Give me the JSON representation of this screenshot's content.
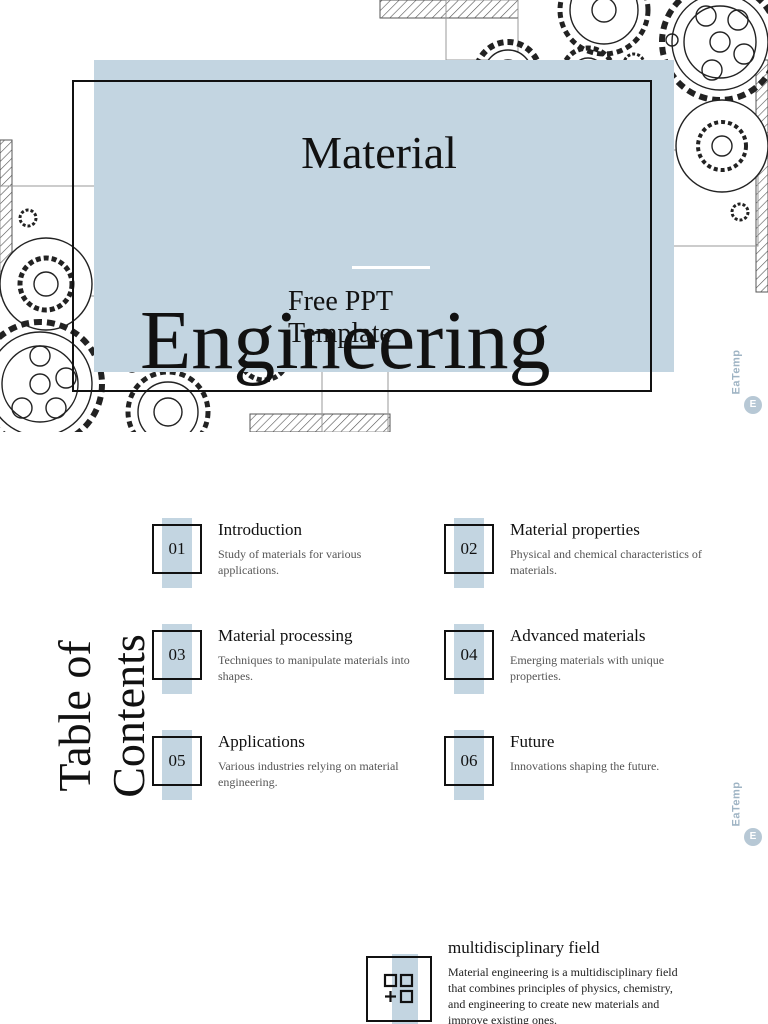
{
  "cover": {
    "title_line1": "Material",
    "title_line2": "Engineering",
    "subtitle": "Free PPT Template"
  },
  "watermark": {
    "text": "EaTemp",
    "badge": "E"
  },
  "toc": {
    "heading": "Table of Contents",
    "items": [
      {
        "num": "01",
        "title": "Introduction",
        "desc": "Study of materials for various applications."
      },
      {
        "num": "02",
        "title": "Material properties",
        "desc": "Physical and chemical characteristics of materials."
      },
      {
        "num": "03",
        "title": "Material processing",
        "desc": "Techniques to manipulate materials into shapes."
      },
      {
        "num": "04",
        "title": "Advanced materials",
        "desc": "Emerging materials with unique properties."
      },
      {
        "num": "05",
        "title": "Applications",
        "desc": "Various industries relying on material engineering."
      },
      {
        "num": "06",
        "title": "Future",
        "desc": "Innovations shaping the future."
      }
    ]
  },
  "section": {
    "icon": "shapes-plus-icon",
    "title": "multidisciplinary field",
    "body": "Material engineering is a multidisciplinary field that combines principles of physics, chemistry, and engineering to create new materials and improve existing ones."
  },
  "colors": {
    "accent": "#c3d5e1",
    "frame": "#111111",
    "watermark": "#9fb4c4"
  }
}
